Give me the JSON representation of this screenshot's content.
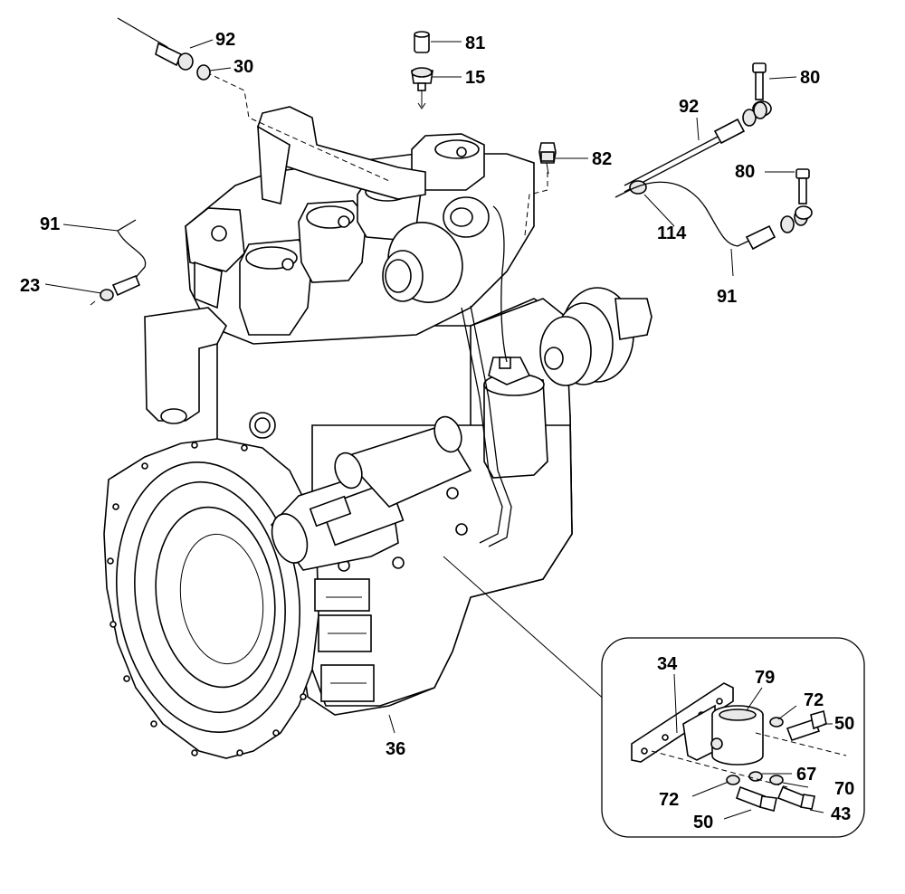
{
  "callouts": [
    {
      "id": "c92a",
      "text": "92"
    },
    {
      "id": "c30",
      "text": "30"
    },
    {
      "id": "c81",
      "text": "81"
    },
    {
      "id": "c15",
      "text": "15"
    },
    {
      "id": "c80a",
      "text": "80"
    },
    {
      "id": "c92b",
      "text": "92"
    },
    {
      "id": "c82",
      "text": "82"
    },
    {
      "id": "c80b",
      "text": "80"
    },
    {
      "id": "c91a",
      "text": "91"
    },
    {
      "id": "c114",
      "text": "114"
    },
    {
      "id": "c91b",
      "text": "91"
    },
    {
      "id": "c23",
      "text": "23"
    },
    {
      "id": "c36",
      "text": "36"
    },
    {
      "id": "c34",
      "text": "34"
    },
    {
      "id": "c79",
      "text": "79"
    },
    {
      "id": "c72a",
      "text": "72"
    },
    {
      "id": "c50a",
      "text": "50"
    },
    {
      "id": "c67",
      "text": "67"
    },
    {
      "id": "c70",
      "text": "70"
    },
    {
      "id": "c72b",
      "text": "72"
    },
    {
      "id": "c43",
      "text": "43"
    },
    {
      "id": "c50b",
      "text": "50"
    }
  ]
}
